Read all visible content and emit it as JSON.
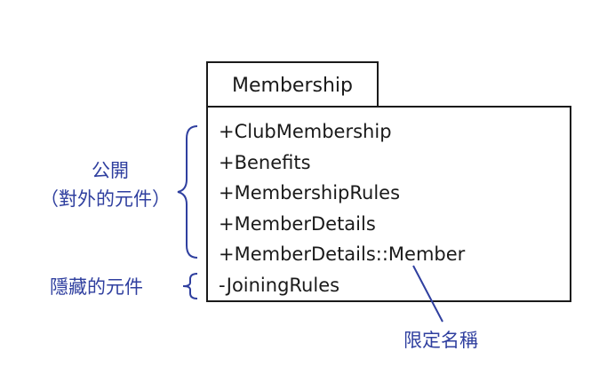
{
  "package": {
    "name": "Membership",
    "elements": [
      "+ClubMembership",
      "+Benefits",
      "+MembershipRules",
      "+MemberDetails",
      "+MemberDetails::Member",
      "-JoiningRules"
    ]
  },
  "annotations": {
    "public_line1": "公開",
    "public_line2": "（對外的元件）",
    "hidden": "隱藏的元件",
    "qualified_name": "限定名稱"
  },
  "colors": {
    "annotation": "#2f3f9f",
    "outline": "#1a1a1a"
  }
}
